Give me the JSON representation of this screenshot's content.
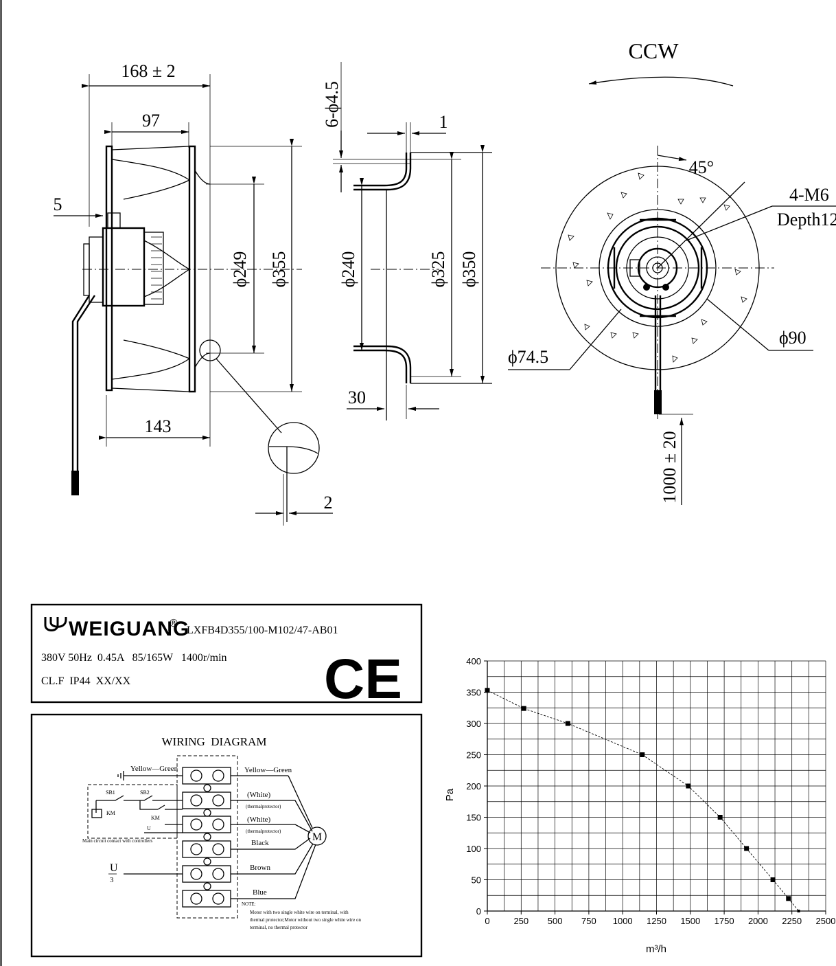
{
  "dimensions": {
    "side_view": {
      "overall_width": "168 ± 2",
      "hub_depth": "97",
      "offset": "5",
      "inlet_dia": "ϕ249",
      "outer_dia": "ϕ355",
      "body_depth": "143",
      "detail": "2"
    },
    "inlet_ring": {
      "holes": "6-ϕ4.5",
      "thickness": "1",
      "inner_dia": "ϕ240",
      "mid_dia": "ϕ325",
      "outer_dia": "ϕ350",
      "flange": "30"
    },
    "front_view": {
      "rotation": "CCW",
      "angle": "45°",
      "thread": "4-M6",
      "thread_depth": "Depth12",
      "bolt_circle": "ϕ74.5",
      "hub_dia": "ϕ90",
      "cable_length": "1000 ± 20"
    }
  },
  "nameplate": {
    "brand": "WEIGUANG",
    "registered": "®",
    "model": "LXFB4D355/100-M102/47-AB01",
    "line1": "380V 50Hz  0.45A   85/165W   1400r/min",
    "line2": "CL.F  IP44  XX/XX",
    "mark": "CE"
  },
  "wiring": {
    "title": "WIRING  DIAGRAM",
    "left_earth": "Yellow—Green",
    "right_earth": "Yellow—Green",
    "sb1": "SB1",
    "sb2": "SB2",
    "km_coil": "KM",
    "km_contact": "KM",
    "u_contact": "U",
    "controller_note": "Main circuit contact with controllers",
    "white1": "(White)",
    "thermal1": "(thermalprotector)",
    "white2": "(White)",
    "thermal2": "(thermalprotector)",
    "black": "Black",
    "brown": "Brown",
    "blue": "Blue",
    "u_label": "U",
    "u_sub": "3",
    "motor": "M",
    "note_title": "NOTE:",
    "note_line1": "Motor with two single white wire on terminal, with",
    "note_line2": "thermal protector;Motor without two single white wire on",
    "note_line3": "terminal, no thermal protector"
  },
  "chart_data": {
    "type": "line",
    "xlabel": "m³/h",
    "ylabel": "Pa",
    "xlim": [
      0,
      2500
    ],
    "ylim": [
      0,
      400
    ],
    "x_ticks": [
      0,
      250,
      500,
      750,
      1000,
      1250,
      1500,
      1750,
      2000,
      2250,
      2500
    ],
    "y_ticks": [
      0,
      50,
      100,
      150,
      200,
      250,
      300,
      350,
      400
    ],
    "x_tick_labels": [
      "0",
      "250",
      "500",
      "750",
      "1000",
      "1250",
      "1500",
      "1750",
      "2000",
      "2250",
      "2500"
    ],
    "y_tick_labels": [
      "0",
      "50",
      "100",
      "150",
      "200",
      "250",
      "300",
      "350",
      "400"
    ],
    "grid": true,
    "series": [
      {
        "x": [
          0,
          270,
          595,
          1145,
          1485,
          1720,
          1915,
          2110,
          2225,
          2300
        ],
        "y": [
          353,
          324,
          300,
          250,
          200,
          150,
          100,
          50,
          20,
          0
        ]
      }
    ]
  }
}
